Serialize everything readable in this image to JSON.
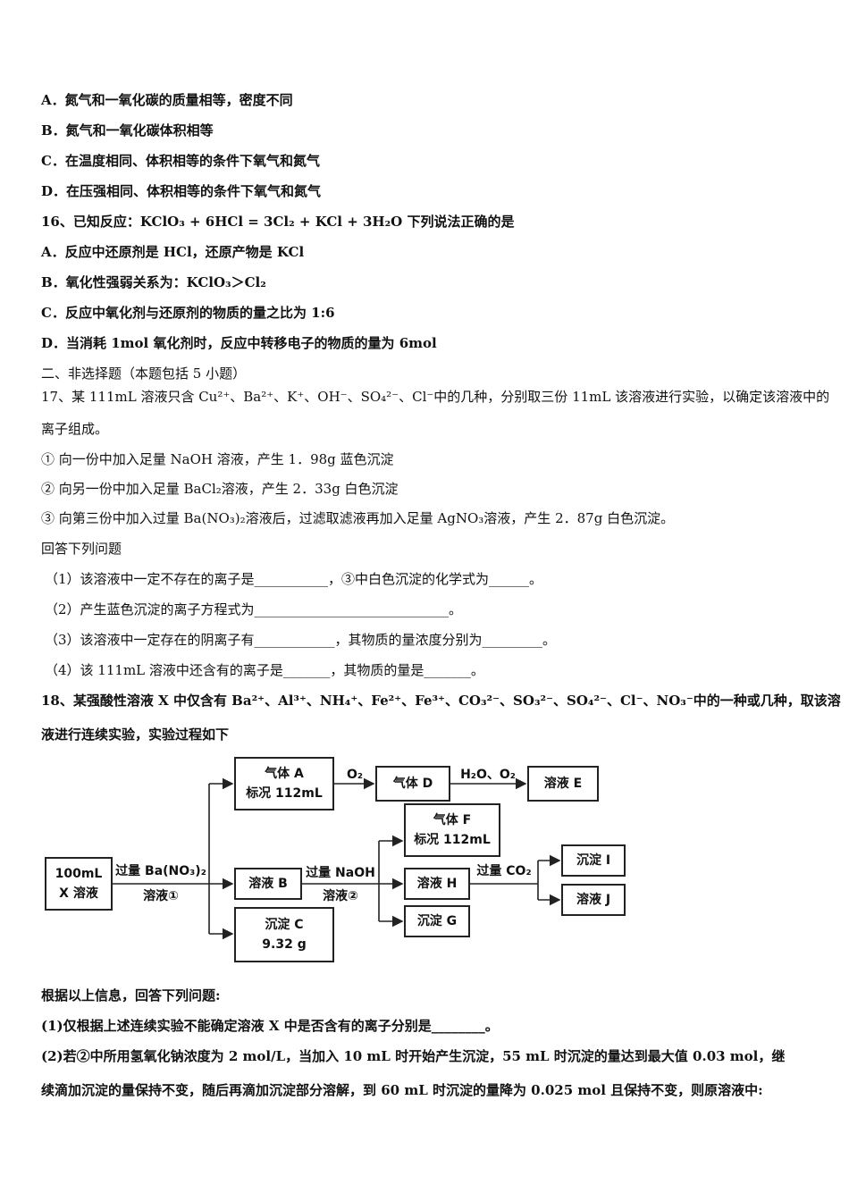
{
  "q15_options": [
    "A．氮气和一氧化碳的质量相等，密度不同",
    "B．氮气和一氧化碳体积相等",
    "C．在温度相同、体积相等的条件下氧气和氮气",
    "D．在压强相同、体积相等的条件下氧气和氮气"
  ],
  "q16": {
    "stem": "16、已知反应：KClO₃ + 6HCl = 3Cl₂ + KCl + 3H₂O 下列说法正确的是",
    "options": [
      "A．反应中还原剂是 HCl，还原产物是 KCl",
      "B．氧化性强弱关系为：KClO₃＞Cl₂",
      "C．反应中氧化剂与还原剂的物质的量之比为 1:6",
      "D．当消耗 1mol 氧化剂时，反应中转移电子的物质的量为 6mol"
    ]
  },
  "section2": "二、非选择题（本题包括 5 小题）",
  "q17": {
    "stem1": "17、某 111mL 溶液只含 Cu²⁺、Ba²⁺、K⁺、OH⁻、SO₄²⁻、Cl⁻中的几种，分别取三份 11mL 该溶液进行实验，以确定该溶液中的",
    "stem2": "离子组成。",
    "steps": [
      "① 向一份中加入足量 NaOH 溶液，产生 1．98g 蓝色沉淀",
      "② 向另一份中加入足量 BaCl₂溶液，产生 2．33g 白色沉淀",
      "③ 向第三份中加入过量 Ba(NO₃)₂溶液后，过滤取滤液再加入足量 AgNO₃溶液，产生 2．87g 白色沉淀。"
    ],
    "prompt": "回答下列问题",
    "questions": [
      "（1）该溶液中一定不存在的离子是___________，③中白色沉淀的化学式为______。",
      "（2）产生蓝色沉淀的离子方程式为_____________________________。",
      "（3）该溶液中一定存在的阴离子有____________，其物质的量浓度分别为_________。",
      "（4）该 111mL 溶液中还含有的离子是_______，其物质的量是_______。"
    ]
  },
  "q18": {
    "stem1": "18、某强酸性溶液 X 中仅含有 Ba²⁺、Al³⁺、NH₄⁺、Fe²⁺、Fe³⁺、CO₃²⁻、SO₃²⁻、SO₄²⁻、Cl⁻、NO₃⁻中的一种或几种，取该溶",
    "stem2": "液进行连续实验，实验过程如下",
    "diagram": {
      "box_x": [
        "100mL",
        "X 溶液"
      ],
      "arrow1_top": "过量 Ba(NO₃)₂",
      "arrow1_bottom": "溶液①",
      "box_gas_a": [
        "气体 A",
        "标况 112mL"
      ],
      "arrow_o2": "O₂",
      "box_gas_d": "气体 D",
      "arrow_h2o": "H₂O、O₂",
      "box_sol_e": "溶液 E",
      "box_sol_b": "溶液 B",
      "box_ppt_c": [
        "沉淀 C",
        "9.32 g"
      ],
      "arrow2_top": "过量 NaOH",
      "arrow2_bottom": "溶液②",
      "box_gas_f": [
        "气体 F",
        "标况 112mL"
      ],
      "box_sol_h": "溶液 H",
      "box_ppt_g": "沉淀 G",
      "arrow3_top": "过量 CO₂",
      "box_ppt_i": "沉淀 I",
      "box_sol_j": "溶液 J"
    },
    "after": "根据以上信息，回答下列问题:",
    "q1": "(1)仅根据上述连续实验不能确定溶液 X 中是否含有的离子分别是________。",
    "q2a": "(2)若②中所用氢氧化钠浓度为 2 mol/L，当加入 10 mL 时开始产生沉淀，55 mL 时沉淀的量达到最大值 0.03 mol，继",
    "q2b": "续滴加沉淀的量保持不变，随后再滴加沉淀部分溶解，到 60 mL 时沉淀的量降为 0.025 mol 且保持不变，则原溶液中:"
  }
}
